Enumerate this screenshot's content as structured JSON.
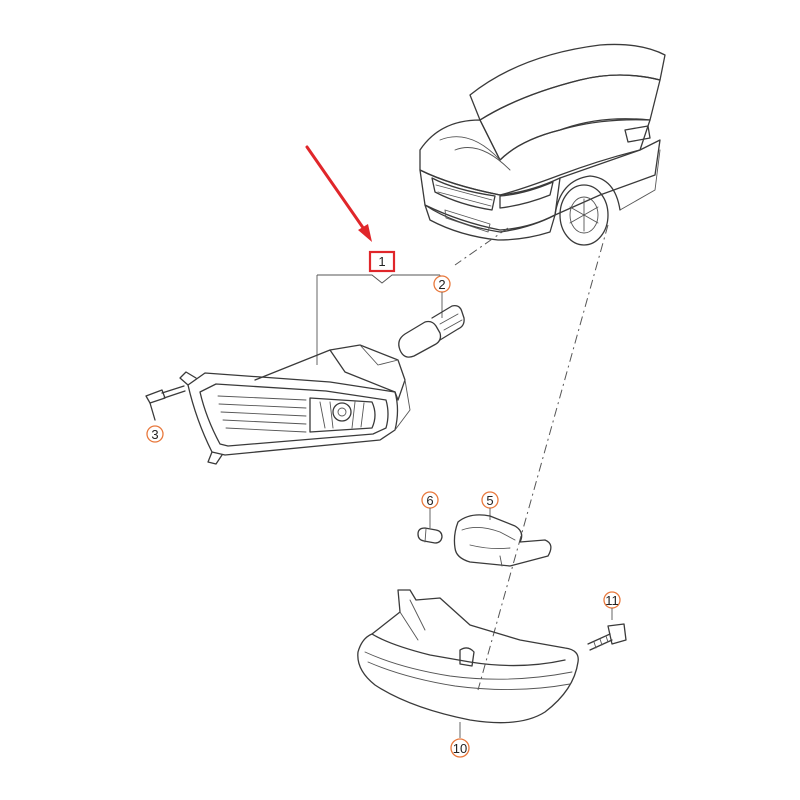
{
  "callouts": {
    "part_1": "1",
    "part_2": "2",
    "part_3": "3",
    "part_5": "5",
    "part_6": "6",
    "part_10": "10",
    "part_11": "11"
  },
  "colors": {
    "callout_circle": "#e8783c",
    "highlight_box": "#e0262a",
    "arrow": "#e0262a",
    "line_art": "#3a3a3a"
  },
  "icons": {
    "pointer": "red-arrow-icon",
    "car": "car-front-icon"
  }
}
